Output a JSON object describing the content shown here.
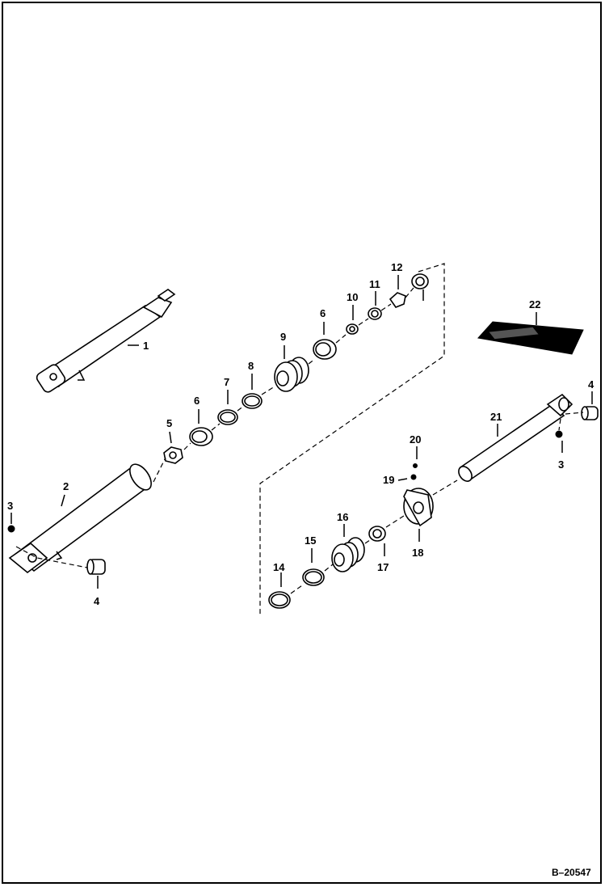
{
  "diagram": {
    "reference_number": "B–20547",
    "callouts": [
      "1",
      "2",
      "3",
      "3",
      "4",
      "4",
      "5",
      "6",
      "6",
      "7",
      "8",
      "9",
      "10",
      "11",
      "12",
      "14",
      "15",
      "16",
      "17",
      "18",
      "19",
      "20",
      "21",
      "22"
    ]
  },
  "colors": {
    "line": "#000000",
    "background": "#ffffff"
  }
}
